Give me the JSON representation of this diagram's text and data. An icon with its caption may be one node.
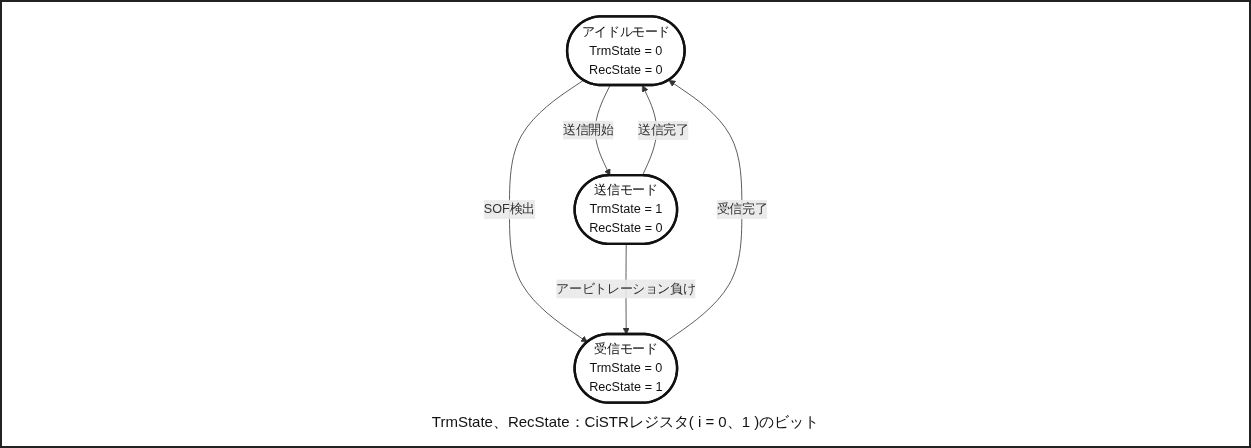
{
  "diagram": {
    "nodes": [
      {
        "text": [
          "アイドルモード",
          "TrmState = 0",
          "RecState = 0"
        ]
      },
      {
        "text": [
          "送信モード",
          "TrmState = 1",
          "RecState = 0"
        ]
      },
      {
        "text": [
          "受信モード",
          "TrmState = 0",
          "RecState = 1"
        ]
      }
    ],
    "edges": [
      {
        "from": 0,
        "to": 1,
        "arrow": "to",
        "label": "送信開始"
      },
      {
        "from": 1,
        "to": 0,
        "arrow": "to",
        "label": "送信完了"
      },
      {
        "from": 2,
        "to": 0,
        "arrow": "to",
        "label": "受信完了"
      },
      {
        "from": 0,
        "to": 2,
        "arrow": "to",
        "label": "SOF検出"
      },
      {
        "from": 1,
        "to": 2,
        "arrow": "to",
        "label": "アービトレーション負け"
      }
    ],
    "labels": [
      "TrmState、RecState：CiSTRレジスタ( i = 0、1 )のビット"
    ]
  }
}
